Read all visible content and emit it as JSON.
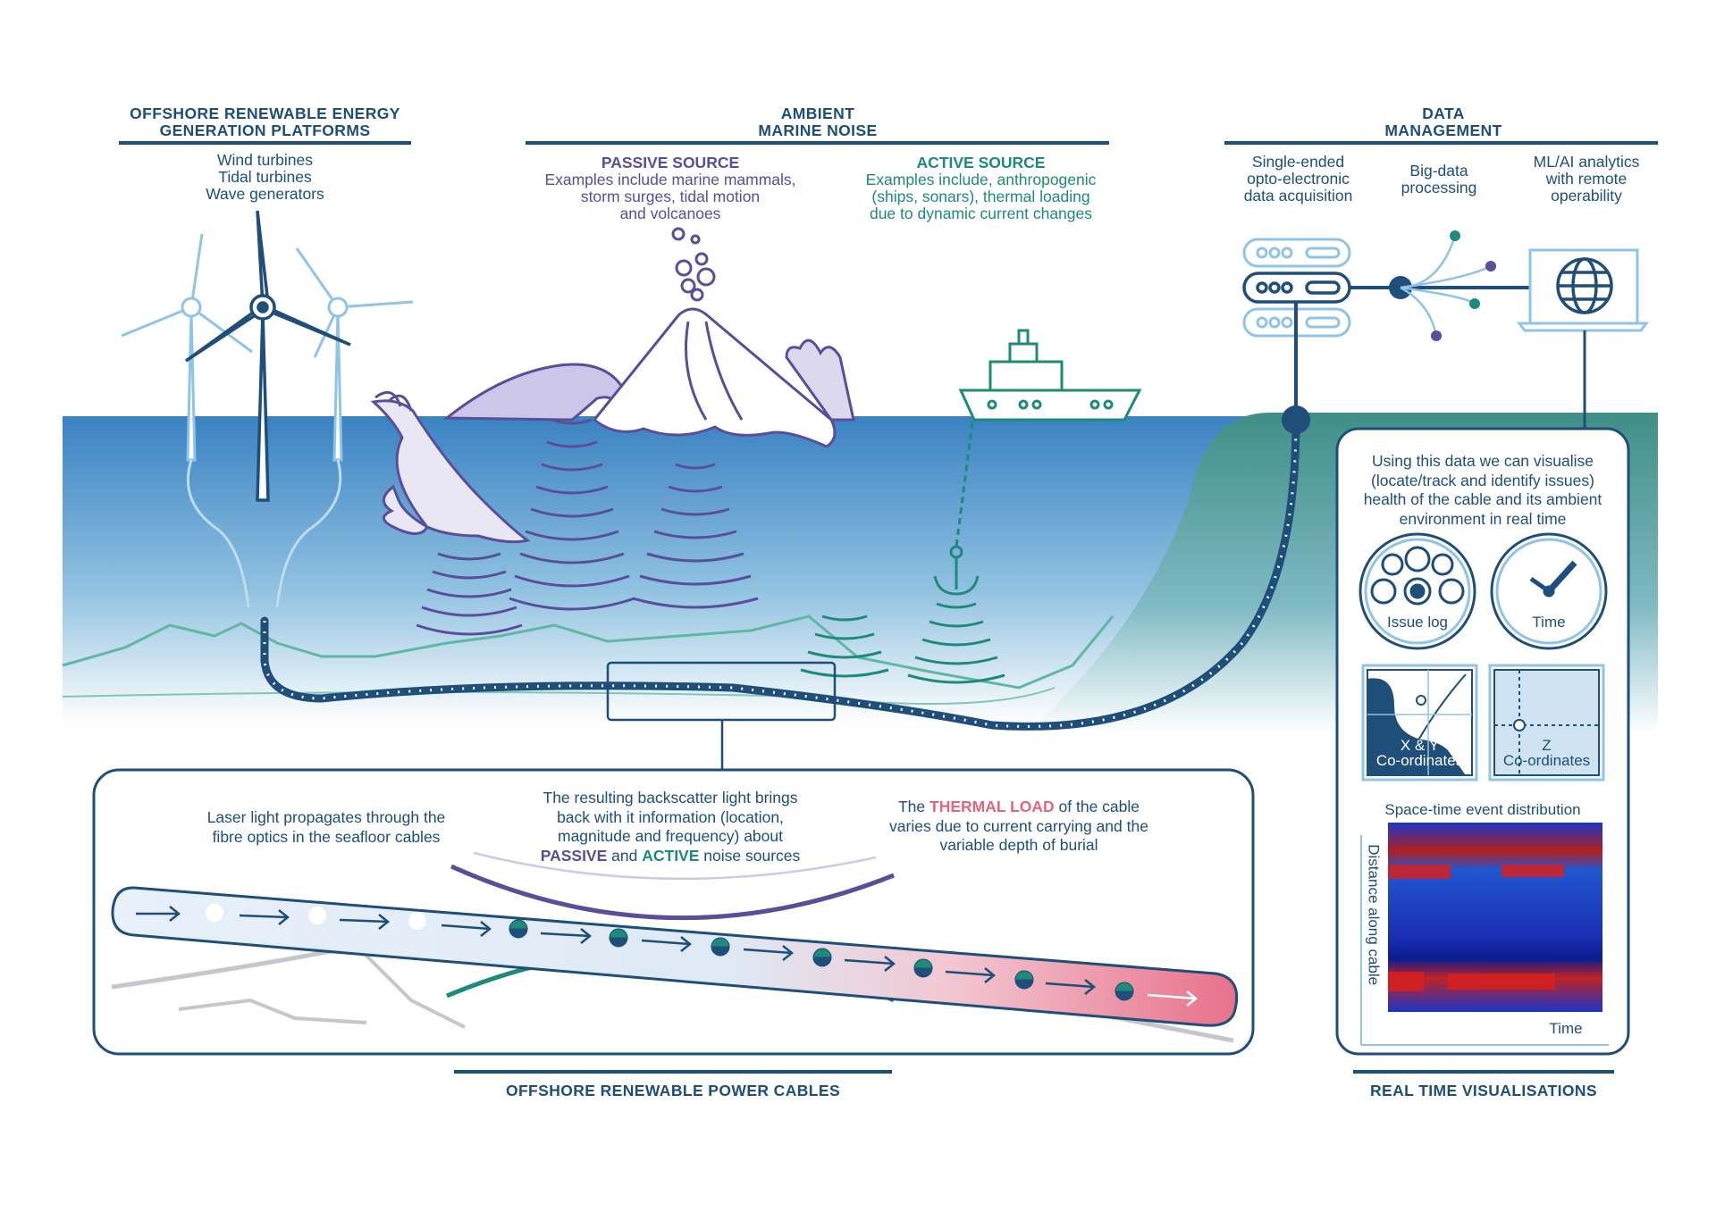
{
  "headers": {
    "offshore_platforms": "OFFSHORE RENEWABLE ENERGY\nGENERATION PLATFORMS",
    "ambient_noise": "AMBIENT\nMARINE NOISE",
    "data_management": "DATA\nMANAGEMENT",
    "power_cables": "OFFSHORE RENEWABLE POWER CABLES",
    "real_time": "REAL TIME VISUALISATIONS"
  },
  "platform_list": "Wind turbines\nTidal turbines\nWave generators",
  "passive": {
    "title": "PASSIVE SOURCE",
    "text": "Examples include marine mammals,\nstorm surges, tidal motion\nand volcanoes"
  },
  "active": {
    "title": "ACTIVE SOURCE",
    "text": "Examples include, anthropogenic\n(ships, sonars), thermal loading\ndue to dynamic current changes"
  },
  "data_steps": {
    "acquisition": "Single-ended\nopto-electronic\ndata acquisition",
    "processing": "Big-data\nprocessing",
    "analytics": "ML/AI analytics\nwith remote\noperability"
  },
  "viz": {
    "intro": "Using this data we can visualise\n(locate/track and identify issues)\nhealth of the cable and its ambient\nenvironment in real time",
    "issue_log": "Issue log",
    "time": "Time",
    "xy_line1": "X & Y",
    "xy_line2": "Co-ordinates",
    "z_line1": "Z",
    "z_line2": "Co-ordinates",
    "spacetime_title": "Space-time event distribution",
    "y_axis": "Distance along cable",
    "x_axis": "Time"
  },
  "cable_panel": {
    "laser": "Laser light propagates through the\nfibre optics in the seafloor cables",
    "backscatter_1": "The resulting backscatter light brings\nback with it information (location,\nmagnitude and frequency) about",
    "backscatter_passive": "PASSIVE",
    "backscatter_and": " and ",
    "backscatter_active": "ACTIVE",
    "backscatter_end": " noise sources",
    "thermal_pre": "The ",
    "thermal_highlight": "THERMAL LOAD",
    "thermal_post": " of the cable\nvaries due to current carrying and the\nvariable depth of burial"
  },
  "colors": {
    "navy": "#1e4e79",
    "purple": "#5a4d9a",
    "teal": "#1e8a7a",
    "thermal": "#e0677f",
    "sea_top": "#3d86c4",
    "sea_bottom": "#ffffff"
  }
}
